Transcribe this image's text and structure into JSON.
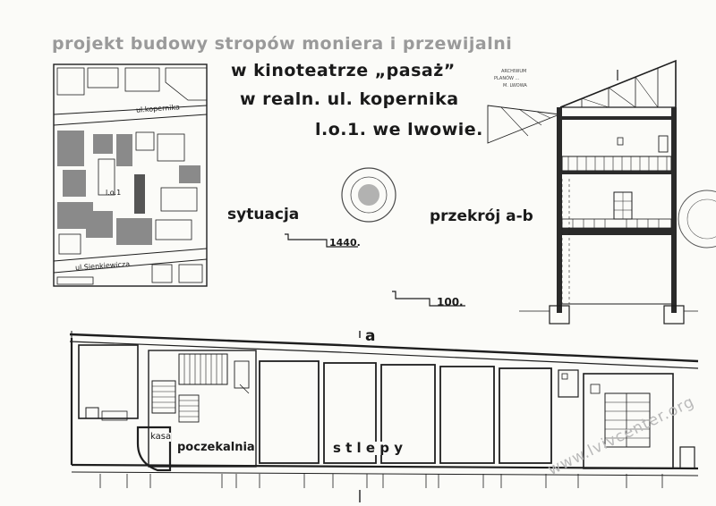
{
  "title": {
    "line1": "projekt budowy stropów moniera i przewijalni",
    "line2": "w kinoteatrze „pasaż”",
    "line3": "w realn. ul. kopernika",
    "line4": "l.o.1. we lwowie."
  },
  "situation_plan": {
    "street_top": "ul.kopernika",
    "plot": "l.o.1",
    "street_bottom": "ul.Sienkiewicza"
  },
  "labels": {
    "situation": "sytuacja",
    "situation_scale": "1440.",
    "section": "przekrój a-b",
    "plan_scale": "100.",
    "section_mark": "a",
    "cash_desk": "kasa",
    "waiting_room": "poczekalnia",
    "blind_wall": "s t l e p y"
  },
  "stamp": {
    "line1": "ARCHIWUM",
    "line2": "PLANÓW ...",
    "line3": "M. LWOWA"
  },
  "watermark": "www.lvivcenter.org"
}
